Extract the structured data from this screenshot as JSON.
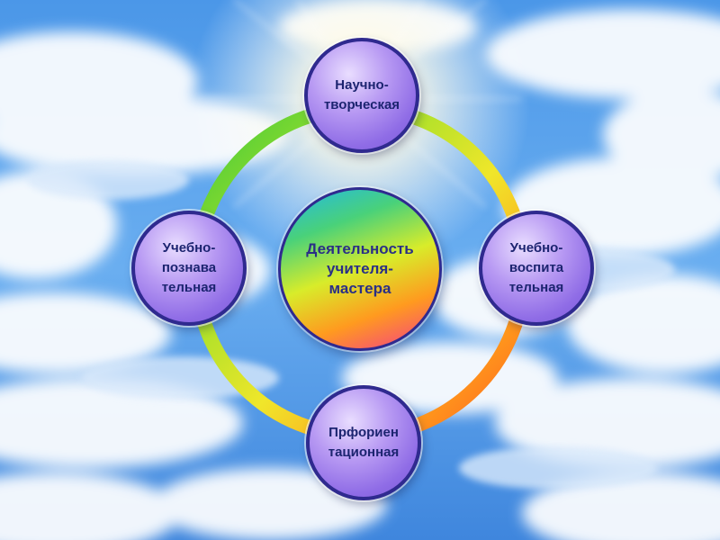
{
  "center": {
    "lines": [
      "Деятельность",
      "учителя-",
      "мастера"
    ]
  },
  "nodes": {
    "top": {
      "lines": [
        "Научно-",
        "творческая"
      ]
    },
    "left": {
      "lines": [
        "Учебно-",
        "познава",
        "тельная"
      ]
    },
    "right": {
      "lines": [
        "Учебно-",
        "воспита",
        "тельная"
      ]
    },
    "bottom": {
      "lines": [
        "Прфориен",
        "тационная"
      ]
    }
  },
  "colors": {
    "sky": "#3f8fe6",
    "node_fill": "#9b7cf0",
    "node_border": "#2f2a8f",
    "text": "#1c2470"
  }
}
